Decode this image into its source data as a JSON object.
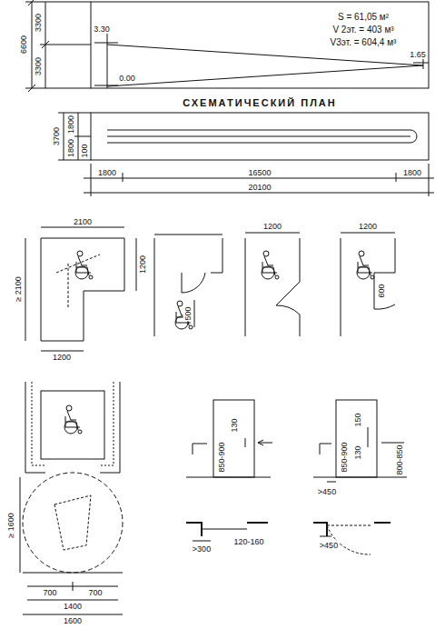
{
  "diagram": {
    "labels": [
      "6600",
      "3300",
      "3300",
      "3.30",
      "0.00",
      "1.65",
      "S = 61,05 м²",
      "V 2эт. = 403 м³",
      "V3эт. = 604,4 м³",
      "СХЕМАТИЧЕСКИЙ ПЛАН",
      "3700",
      "1800",
      "1800",
      "100",
      "1800",
      "16500",
      "1800",
      "20100",
      "2100",
      "≥ 2100",
      "1200",
      "1200",
      "500",
      "1200",
      "1200",
      "600",
      "≥ 1600",
      "700",
      "700",
      "1400",
      "1600",
      "850-900",
      "130",
      "850-900",
      "150",
      "130",
      "800-850",
      ">450",
      ">300",
      "120-160",
      ">450"
    ]
  }
}
